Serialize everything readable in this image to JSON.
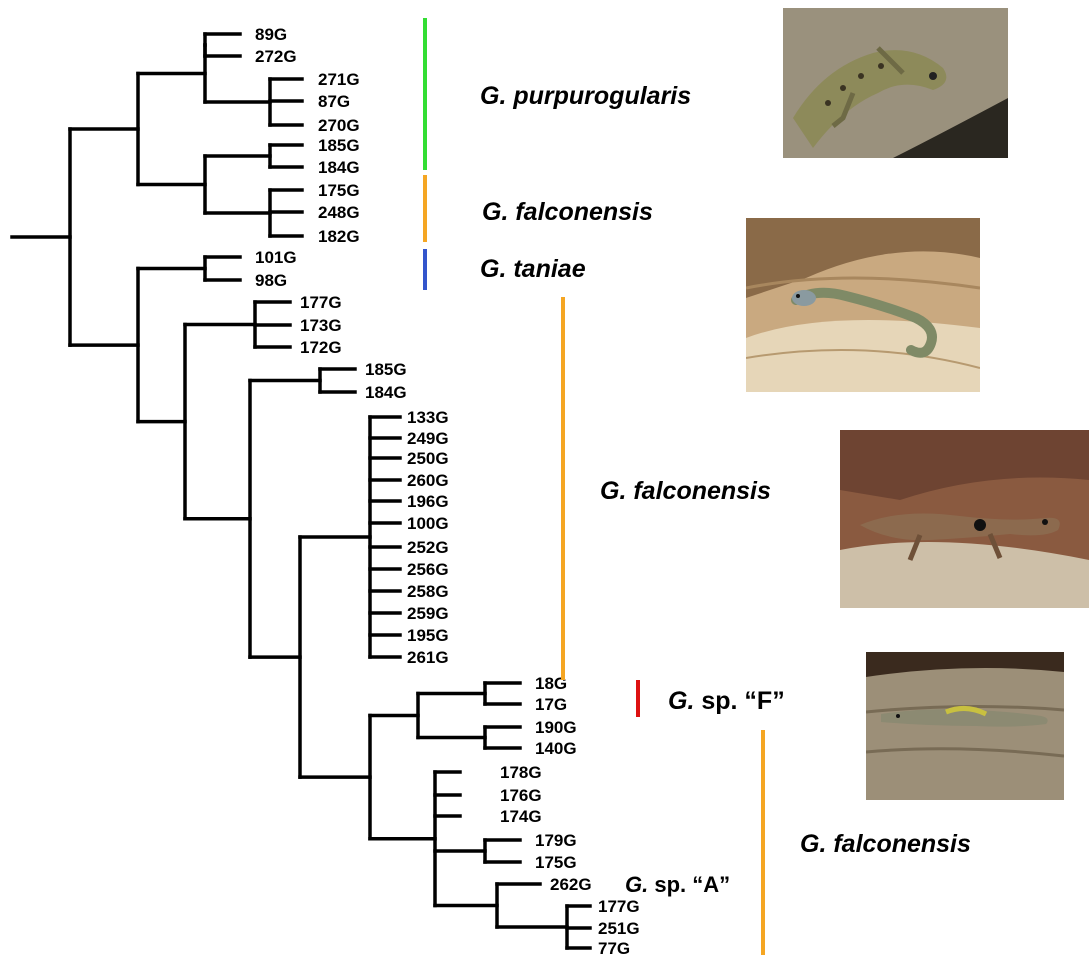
{
  "tips": [
    "89G",
    "272G",
    "271G",
    "87G",
    "270G",
    "185G",
    "184G",
    "175G",
    "248G",
    "182G",
    "101G",
    "98G",
    "177G",
    "173G",
    "172G",
    "185G",
    "184G",
    "133G",
    "249G",
    "250G",
    "260G",
    "196G",
    "100G",
    "252G",
    "256G",
    "258G",
    "259G",
    "195G",
    "261G",
    "18G",
    "17G",
    "190G",
    "140G",
    "178G",
    "176G",
    "174G",
    "179G",
    "175G",
    "262G",
    "177G",
    "251G",
    "77G"
  ],
  "clades": {
    "purpurogularis": {
      "genus": "G.",
      "epithet": "purpurogularis",
      "color": "#33dd33"
    },
    "falconensis_1": {
      "genus": "G.",
      "epithet": "falconensis",
      "color": "#f5a623"
    },
    "taniae": {
      "genus": "G.",
      "epithet": "taniae",
      "color": "#3355cc"
    },
    "falconensis_2": {
      "genus": "G.",
      "epithet": "falconensis",
      "color": "#f5a623"
    },
    "sp_F": {
      "genus": "G.",
      "rest": "sp. “F”",
      "color": "#dd1111"
    },
    "falconensis_3": {
      "genus": "G.",
      "epithet": "falconensis",
      "color": "#f5a623"
    },
    "sp_A": {
      "genus": "G.",
      "rest": "sp. “A”"
    }
  },
  "photos": [
    "gecko-photo-1",
    "gecko-photo-2",
    "gecko-photo-3",
    "gecko-photo-4"
  ]
}
